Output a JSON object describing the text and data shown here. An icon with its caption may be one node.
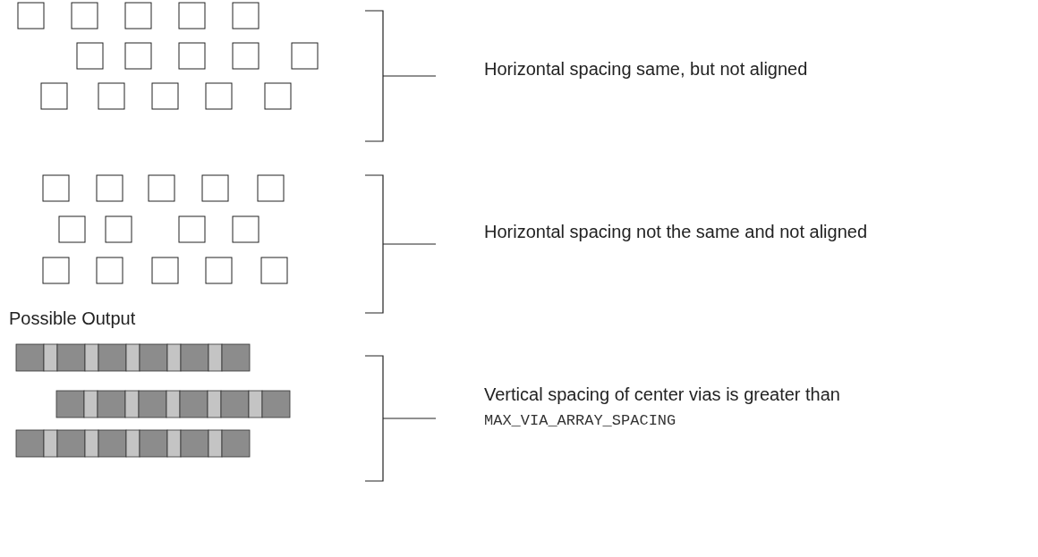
{
  "diagram": {
    "labels": [
      "Horizontal spacing same, but not aligned",
      "Horizontal spacing not the same and not aligned",
      "Possible Output",
      "Vertical spacing of center vias is greater than",
      "MAX_VIA_ARRAY_SPACING"
    ]
  }
}
